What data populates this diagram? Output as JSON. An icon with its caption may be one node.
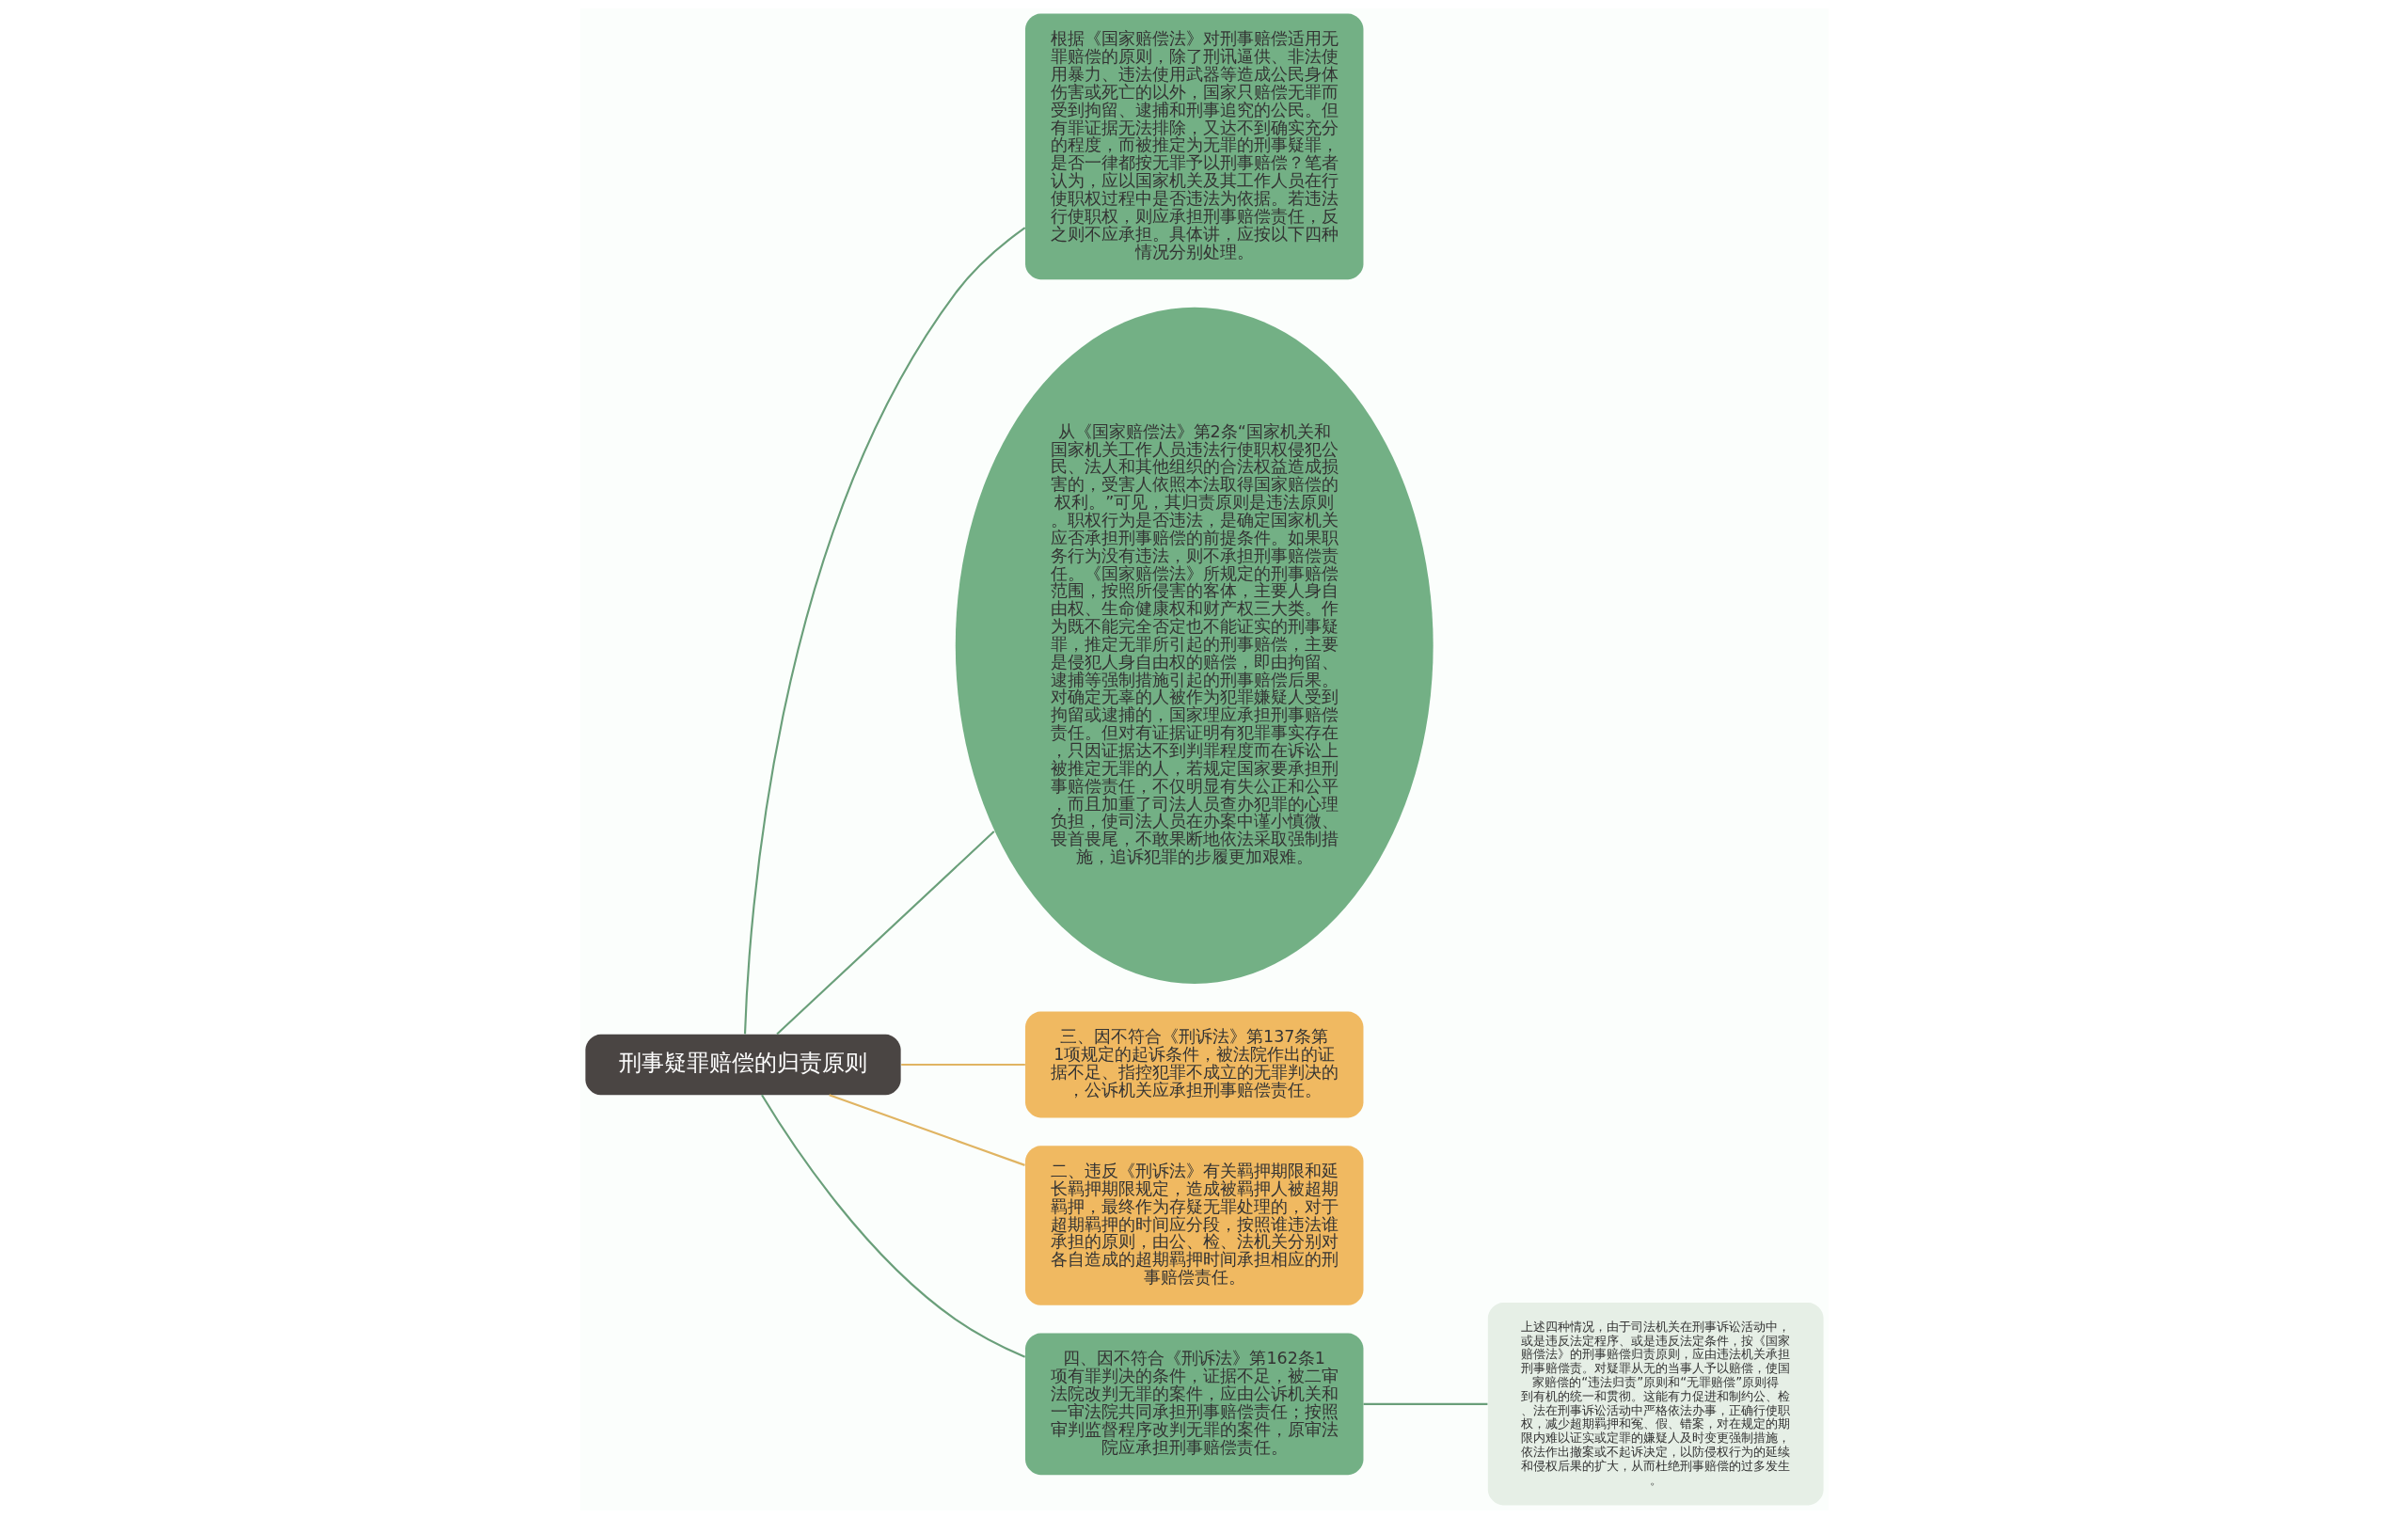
{
  "diagram": {
    "nodes": [
      {
        "text": [
          "刑事疑罪赔偿的归责原则"
        ]
      },
      {
        "text": [
          "根据《国家赔偿法》对刑事赔偿适用无罪赔偿的原则，除了刑讯逼供、非法使用暴力、违法使用武器等造成公民身体伤害或死亡的以外，国家只赔偿无罪而受到拘留、逮捕和刑事追究的公民。但有罪证据无法排除，又达不到确实充分的程度，而被推定为无罪的刑事疑罪，是否一律都按无罪予以刑事赔偿？笔者认为，应以国家机关及其工作人员在行使职权过程中是否违法为依据。若违法行使职权，则应承担刑事赔偿责任，反之则不应承担。具体讲，应按以下四种情况分别处理。"
        ]
      },
      {
        "text": [
          "从《国家赔偿法》第2条“国家机关和国家机关工作人员违法行使职权侵犯公民、法人和其他组织的合法权益造成损害的，受害人依照本法取得国家赔偿的权利。”可见，其归责原则是违法原则。职权行为是否违法，是确定国家机关应否承担刑事赔偿的前提条件。如果职务行为没有违法，则不承担刑事赔偿责任。《国家赔偿法》所规定的刑事赔偿范围，按照所侵害的客体，主要人身自由权、生命健康权和财产权三大类。作为既不能完全否定也不能证实的刑事疑罪，推定无罪所引起的刑事赔偿，主要是侵犯人身自由权的赔偿，即由拘留、逮捕等强制措施引起的刑事赔偿后果。对确定无辜的人被作为犯罪嫌疑人受到拘留或逮捕的，国家理应承担刑事赔偿责任。但对有证据证明有犯罪事实存在，只因证据达不到判罪程度而在诉讼上被推定无罪的人，若规定国家要承担刑事赔偿责任，不仅明显有失公正和公平，而且加重了司法人员查办犯罪的心理负担，使司法人员在办案中谨小慎微、畏首畏尾，不敢果断地依法采取强制措施，追诉犯罪的步履更加艰难。"
        ]
      },
      {
        "text": [
          "三、因不符合《刑诉法》第137条第1项规定的起诉条件，被法院作出的证据不足、指控犯罪不成立的无罪判决的，公诉机关应承担刑事赔偿责任。"
        ]
      },
      {
        "text": [
          "二、违反《刑诉法》有关羁押期限和延长羁押期限规定，造成被羁押人被超期羁押，最终作为存疑无罪处理的，对于超期羁押的时间应分段，按照谁违法谁承担的原则，由公、检、法机关分别对各自造成的超期羁押时间承担相应的刑事赔偿责任。"
        ]
      },
      {
        "text": [
          "四、因不符合《刑诉法》第162条1项有罪判决的条件，证据不足，被二审法院改判无罪的案件，应由公诉机关和一审法院共同承担刑事赔偿责任；按照审判监督程序改判无罪的案件，原审法院应承担刑事赔偿责任。"
        ]
      },
      {
        "text": [
          "上述四种情况，由于司法机关在刑事诉讼活动中，或是违反法定程序、或是违反法定条件，按《国家赔偿法》的刑事赔偿归责原则，应由违法机关承担刑事赔偿责。对疑罪从无的当事人予以赔偿，使国家赔偿的“违法归责”原则和“无罪赔偿”原则得到有机的统一和贯彻。这能有力促进和制约公、检、法在刑事诉讼活动中严格依法办事，正确行使职权，减少超期羁押和冤、假、错案，对在规定的期限内难以证实或定罪的嫌疑人及时变更强制措施，依法作出撤案或不起诉决定，以防侵权行为的延续和侵权后果的扩大，从而杜绝刑事赔偿的过多发生。"
        ]
      }
    ],
    "edges": [
      {
        "from": 0,
        "to": 1,
        "arrow": "none"
      },
      {
        "from": 0,
        "to": 2,
        "arrow": "none"
      },
      {
        "from": 0,
        "to": 3,
        "arrow": "none",
        "color": "#e0b462"
      },
      {
        "from": 0,
        "to": 4,
        "arrow": "none",
        "color": "#e0b462"
      },
      {
        "from": 0,
        "to": 5,
        "arrow": "none"
      },
      {
        "from": 5,
        "to": 6,
        "arrow": "none"
      }
    ]
  }
}
